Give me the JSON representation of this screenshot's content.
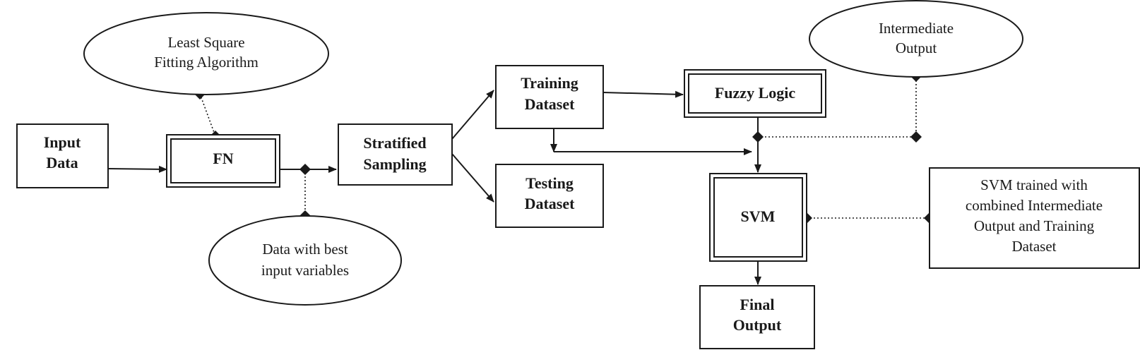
{
  "nodes": {
    "input_data": [
      "Input",
      "Data"
    ],
    "fn": "FN",
    "stratified_sampling": [
      "Stratified",
      "Sampling"
    ],
    "training_dataset": [
      "Training",
      "Dataset"
    ],
    "testing_dataset": [
      "Testing",
      "Dataset"
    ],
    "fuzzy_logic": "Fuzzy Logic",
    "svm": "SVM",
    "final_output": [
      "Final",
      "Output"
    ]
  },
  "annotations": {
    "least_square": [
      "Least Square",
      "Fitting Algorithm"
    ],
    "best_inputs": [
      "Data with best",
      "input variables"
    ],
    "intermediate_output": [
      "Intermediate",
      "Output"
    ],
    "svm_trained": [
      "SVM trained with",
      "combined Intermediate",
      "Output and Training",
      "Dataset"
    ]
  }
}
